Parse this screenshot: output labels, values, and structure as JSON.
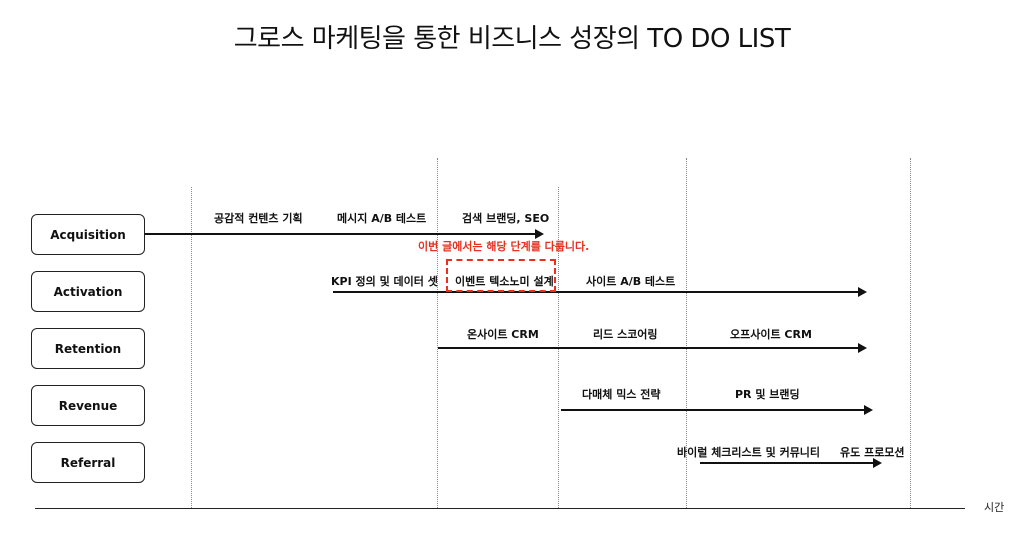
{
  "title": "그로스 마케팅을 통한 비즈니스 성장의 TO DO LIST",
  "axis_label": "시간",
  "stages": [
    {
      "label": "Acquisition"
    },
    {
      "label": "Activation"
    },
    {
      "label": "Retention"
    },
    {
      "label": "Revenue"
    },
    {
      "label": "Referral"
    }
  ],
  "tactics": {
    "acquisition": [
      "공감적 컨텐츠 기획",
      "메시지 A/B 테스트",
      "검색 브랜딩, SEO"
    ],
    "activation": [
      "KPI 정의 및 데이터 셋",
      "이벤트 텍소노미 설계",
      "사이트 A/B 테스트"
    ],
    "retention": [
      "온사이트 CRM",
      "리드 스코어링",
      "오프사이트 CRM"
    ],
    "revenue": [
      "다매체 믹스 전략",
      "PR 및 브랜딩"
    ],
    "referral": [
      "바이럴 체크리스트 및 커뮤니티",
      "유도 프로모션"
    ]
  },
  "highlight_note": "이번 글에서는 해당 단계를 다룹니다.",
  "colors": {
    "highlight": "#e8301f",
    "line": "#111111",
    "grid": "#8a8a8a"
  }
}
